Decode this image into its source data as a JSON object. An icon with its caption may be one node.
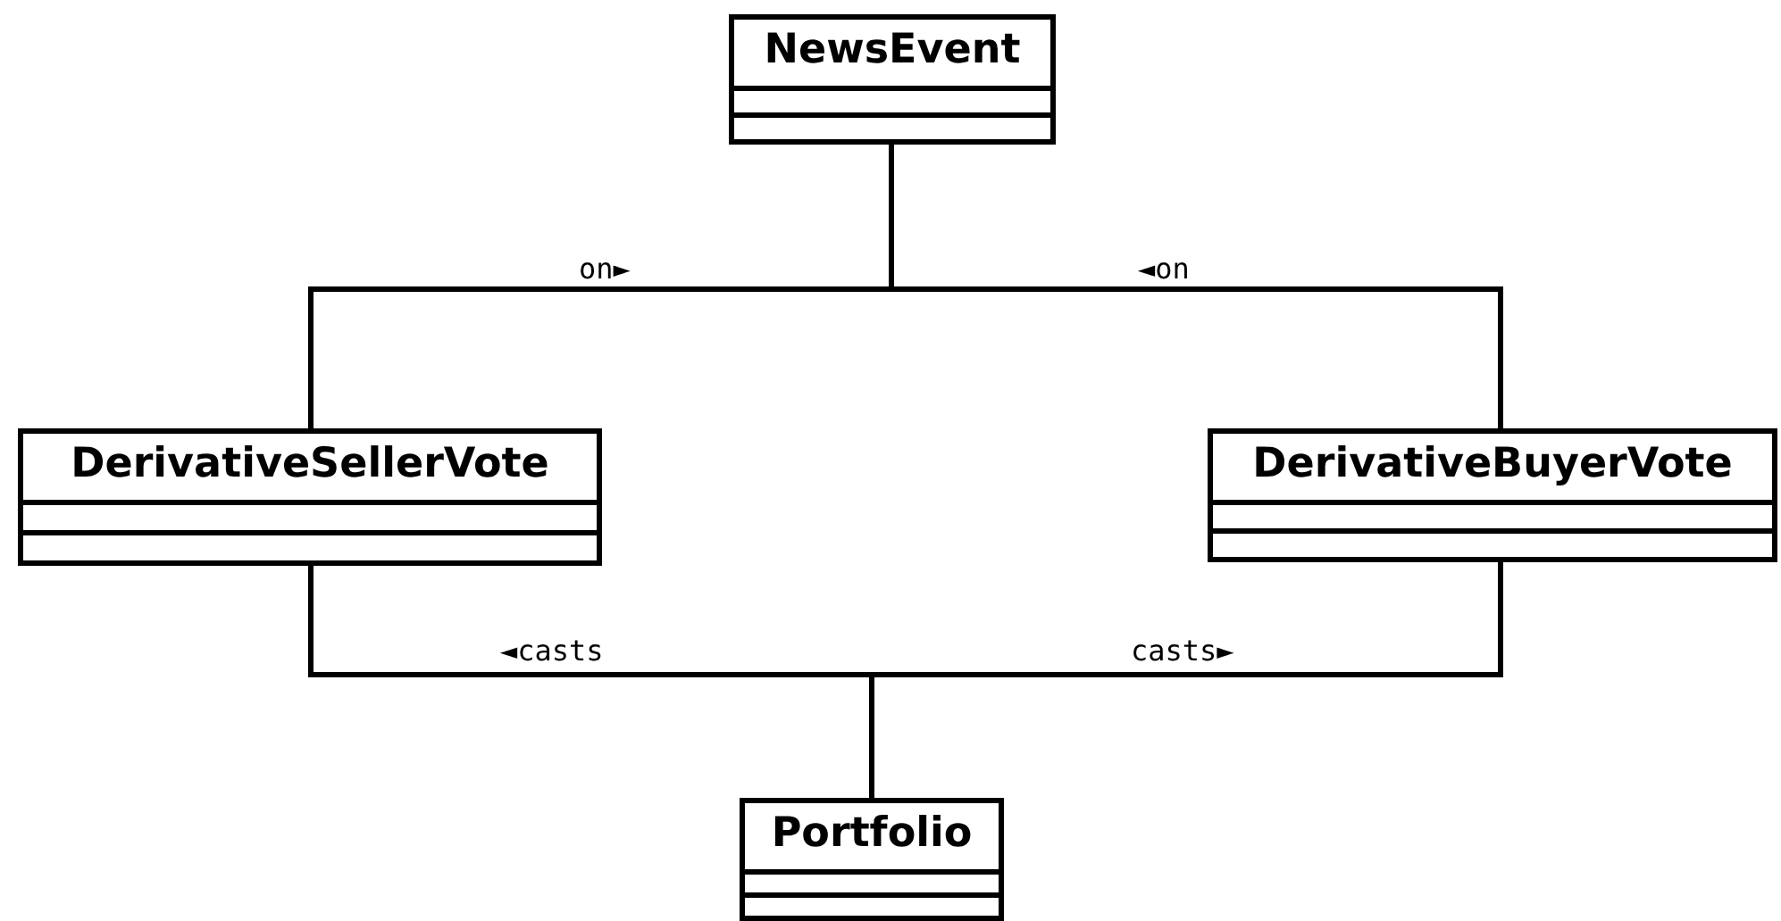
{
  "diagram": {
    "nodes": [
      {
        "text": [
          "NewsEvent"
        ]
      },
      {
        "text": [
          "DerivativeSellerVote"
        ]
      },
      {
        "text": [
          "DerivativeBuyerVote"
        ]
      },
      {
        "text": [
          "Portfolio"
        ]
      }
    ],
    "edges": [
      {
        "from": 0,
        "to": 1,
        "arrow": "none",
        "label": "on►"
      },
      {
        "from": 0,
        "to": 2,
        "arrow": "none",
        "label": "◄on"
      },
      {
        "from": 1,
        "to": 3,
        "arrow": "none",
        "label": "◄casts"
      },
      {
        "from": 2,
        "to": 3,
        "arrow": "none",
        "label": "casts►"
      }
    ]
  }
}
